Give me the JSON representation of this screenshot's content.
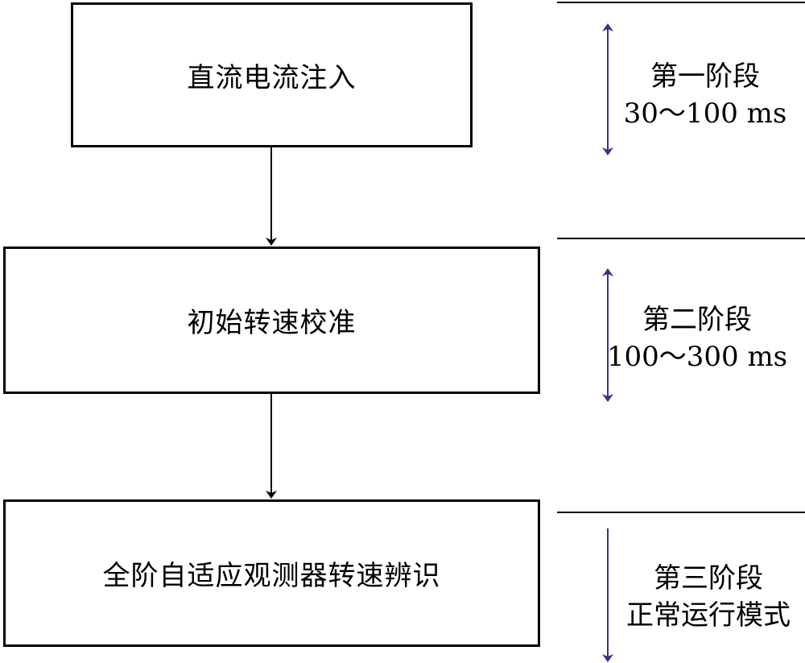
{
  "steps": [
    {
      "label": "直流电流注入"
    },
    {
      "label": "初始转速校准"
    },
    {
      "label": "全阶自适应观测器转速辨识"
    }
  ],
  "stages": [
    {
      "name": "第一阶段",
      "detail": "30～100 ms"
    },
    {
      "name": "第二阶段",
      "detail": "100～300 ms"
    },
    {
      "name": "第三阶段",
      "detail": "正常运行模式"
    }
  ],
  "colors": {
    "box_border": "#000000",
    "stage_arrow": "#3d2f86",
    "text": "#000000"
  }
}
